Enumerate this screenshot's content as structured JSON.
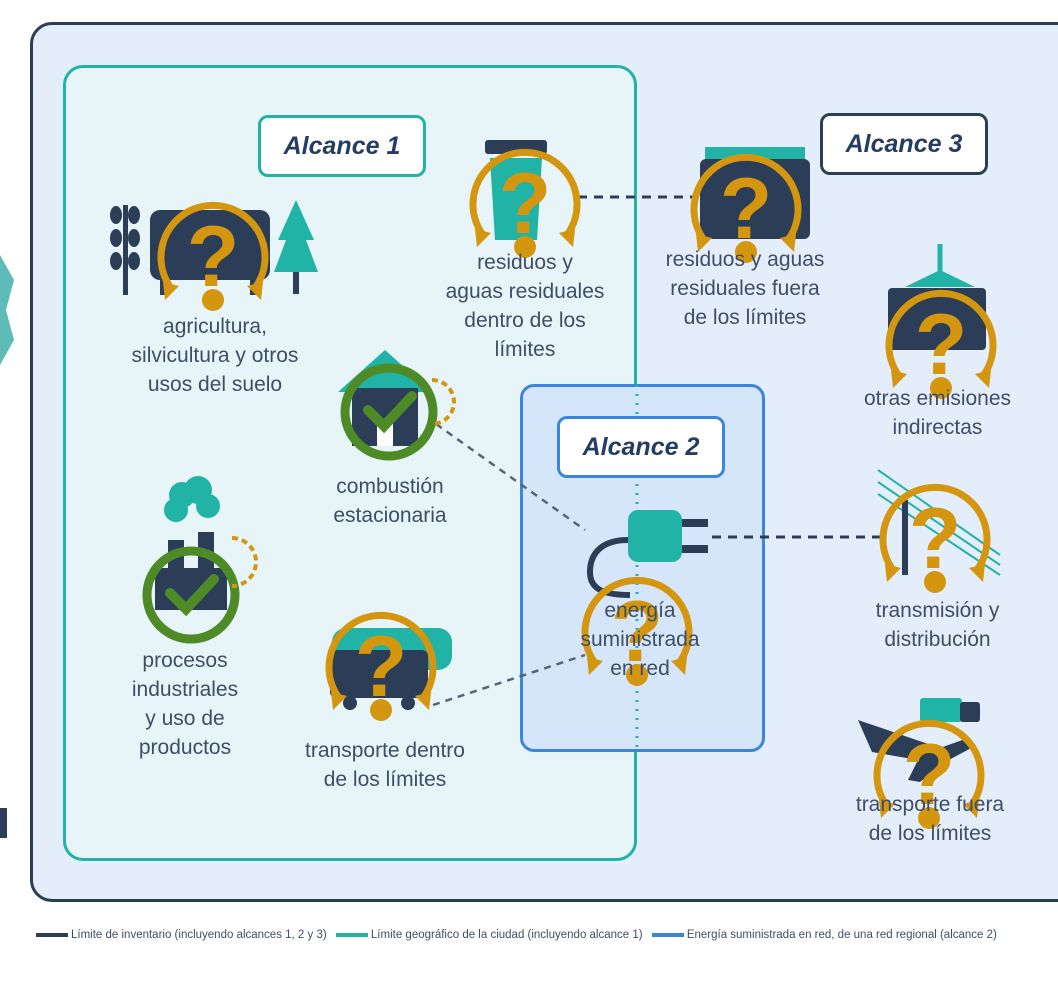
{
  "colors": {
    "inventory_boundary": "#2c3e57",
    "city_boundary": "#20b3a6",
    "grid_boundary": "#3b86dd",
    "question_marker": "#d4960f",
    "check_marker": "#4e8a26"
  },
  "scopes": {
    "scope1": "Alcance 1",
    "scope2": "Alcance 2",
    "scope3": "Alcance 3"
  },
  "nodes": {
    "agriculture": "agricultura,\nsilvicultura y otros\nusos del suelo",
    "waste_in": "residuos y\naguas residuales\ndentro de los\nlímites",
    "waste_out": "residuos y aguas\nresiduales fuera\nde los límites",
    "stationary": "combustión\nestacionaria",
    "industrial": "procesos\nindustriales\ny uso de\nproductos",
    "transport_in": "transporte dentro\nde los límites",
    "grid_energy": "energía\nsuministrada\nen red",
    "other_indirect": "otras emisiones\nindirectas",
    "transmission": "transmisión y\ndistribución",
    "transport_out": "transporte fuera\nde los límites"
  },
  "markers": {
    "agriculture": "question-mark-icon",
    "waste_in": "question-mark-icon",
    "waste_out": "question-mark-icon",
    "stationary": "check-icon",
    "industrial": "check-icon",
    "transport_in": "question-mark-icon",
    "grid_energy": "question-mark-icon",
    "other_indirect": "question-mark-icon",
    "transmission": "question-mark-icon",
    "transport_out": "question-mark-icon"
  },
  "legend": {
    "inventory": "Límite de inventario (incluyendo alcances 1, 2 y 3)",
    "city": "Límite geográfico de la ciudad (incluyendo alcance 1)",
    "grid": "Energía suministrada en red, de una red regional (alcance 2)"
  }
}
